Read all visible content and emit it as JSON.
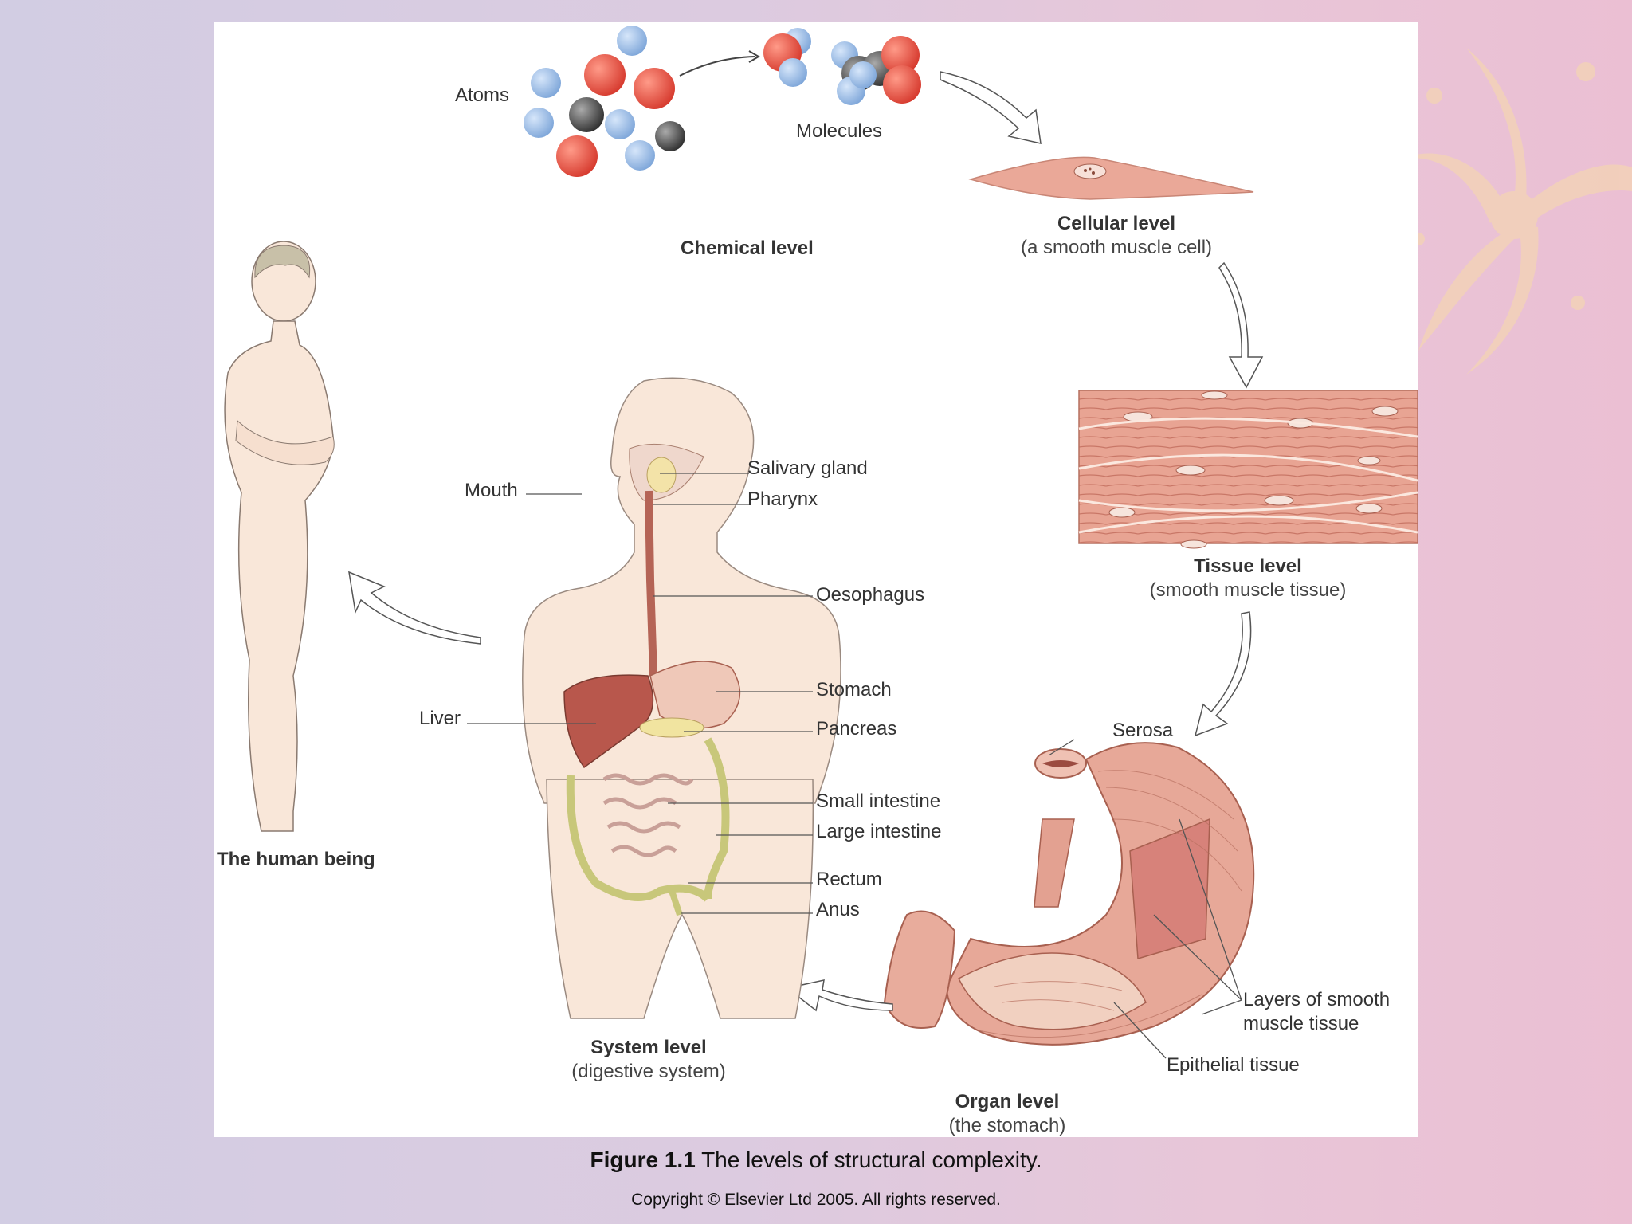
{
  "figure": {
    "chemical": {
      "atoms_label": "Atoms",
      "molecules_label": "Molecules",
      "level_title": "Chemical level"
    },
    "cellular": {
      "level_title": "Cellular level",
      "subtitle": "(a smooth muscle cell)"
    },
    "tissue": {
      "level_title": "Tissue level",
      "subtitle": "(smooth muscle tissue)"
    },
    "organ": {
      "level_title": "Organ level",
      "subtitle": "(the stomach)",
      "labels": {
        "serosa": "Serosa",
        "layers_line1": "Layers of smooth",
        "layers_line2": "muscle tissue",
        "epithelial": "Epithelial tissue"
      }
    },
    "system": {
      "level_title": "System level",
      "subtitle": "(digestive system)",
      "labels": {
        "salivary_gland": "Salivary gland",
        "mouth": "Mouth",
        "pharynx": "Pharynx",
        "oesophagus": "Oesophagus",
        "stomach": "Stomach",
        "liver": "Liver",
        "pancreas": "Pancreas",
        "small_intestine": "Small intestine",
        "large_intestine": "Large intestine",
        "rectum": "Rectum",
        "anus": "Anus"
      }
    },
    "human": {
      "level_title": "The human being"
    }
  },
  "caption": {
    "prefix": "Figure 1.1",
    "text": "The levels of structural complexity."
  },
  "copyright": "Copyright © Elsevier Ltd 2005. All rights reserved.",
  "colors": {
    "atom_red": "#e2493c",
    "atom_blue": "#8fb4e2",
    "atom_dark": "#4a4a4a",
    "skin": "#f8e6d8",
    "muscle": "#e9a999",
    "organ": "#d9867a"
  }
}
